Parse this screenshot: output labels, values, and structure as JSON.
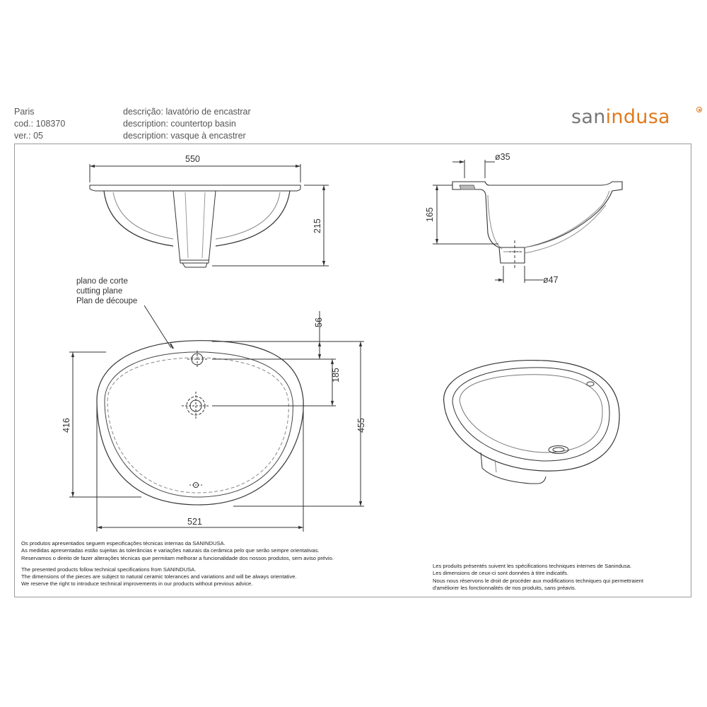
{
  "header": {
    "name": "Paris",
    "code": "cod.: 108370",
    "version": "ver.: 05",
    "desc_pt": "descrição: lavatório de encastrar",
    "desc_en": "description: countertop basin",
    "desc_fr": "description: vasque à encastrer"
  },
  "logo": {
    "part1": "san",
    "part2": "indusa",
    "part3": ""
  },
  "dimensions": {
    "top_width": "550",
    "top_height": "215",
    "hole_diameter": "ø35",
    "section_height": "165",
    "drain_diameter": "ø47",
    "plan_offset": "56",
    "plan_drain_offset": "185",
    "plan_inner_depth": "416",
    "plan_outer_depth": "455",
    "plan_width": "521"
  },
  "cutting_plane": {
    "pt": "plano de corte",
    "en": "cutting plane",
    "fr": "Plan de découpe"
  },
  "notes_left": [
    "Os produtos apresentados seguem especificações técnicas internas da SANINDUSA.",
    "As medidas apresentadas estão sujeitas às tolerâncias e variações naturais da cerâmica pelo que serão sempre orientativas.",
    "Reservamos o direito de fazer alterações técnicas que permitam melhorar a funcionalidade dos nossos produtos, sem aviso prévio.",
    "The presented products follow technical specifications from SANINDUSA.",
    "The dimensions of the pieces are subject to natural ceramic tolerances and variations and will be always orientative.",
    "We reserve the right to introduce technical improvements in our products without previous advice."
  ],
  "notes_right": [
    "Les produits présentés suivent les spécifications techniques internes de Sanindusa.",
    "Les dimensions de ceux-ci sont données à titre indicatifs.",
    "Nous nous réservons le droit de procéder aux modifications techniques qui permettraient",
    "d'améliorer les fonctionnalités de nos produits, sans préavis."
  ],
  "colors": {
    "brand_orange": "#e07a1d",
    "brand_grey": "#777777",
    "line": "#333333"
  }
}
